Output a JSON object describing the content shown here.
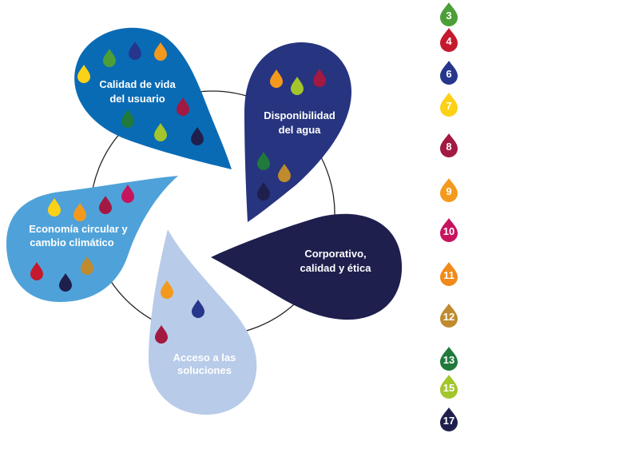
{
  "petals": [
    {
      "id": "calidad",
      "line1": "Calidad de vida",
      "line2": "del usuario",
      "color": "#0a6bb5"
    },
    {
      "id": "disponibilidad",
      "line1": "Disponibilidad",
      "line2": "del agua",
      "color": "#27347f"
    },
    {
      "id": "corporativo",
      "line1": "Corporativo,",
      "line2": "calidad y ética",
      "color": "#1e1f4d"
    },
    {
      "id": "acceso",
      "line1": "Acceso a las",
      "line2": "soluciones",
      "color": "#b8cbe8"
    },
    {
      "id": "economia",
      "line1": "Economía circular y",
      "line2": "cambio climático",
      "color": "#4fa2d9"
    }
  ],
  "legend": [
    {
      "num": "3",
      "color": "#4c9f38"
    },
    {
      "num": "4",
      "color": "#c5192d"
    },
    {
      "num": "6",
      "color": "#26368c"
    },
    {
      "num": "7",
      "color": "#fcd116"
    },
    {
      "num": "8",
      "color": "#a21942"
    },
    {
      "num": "9",
      "color": "#f39a1e"
    },
    {
      "num": "10",
      "color": "#c6145e"
    },
    {
      "num": "11",
      "color": "#f08a1a"
    },
    {
      "num": "12",
      "color": "#bf8b2e"
    },
    {
      "num": "13",
      "color": "#1f7a3b"
    },
    {
      "num": "15",
      "color": "#a2c62b"
    },
    {
      "num": "17",
      "color": "#1e1f4d"
    }
  ]
}
